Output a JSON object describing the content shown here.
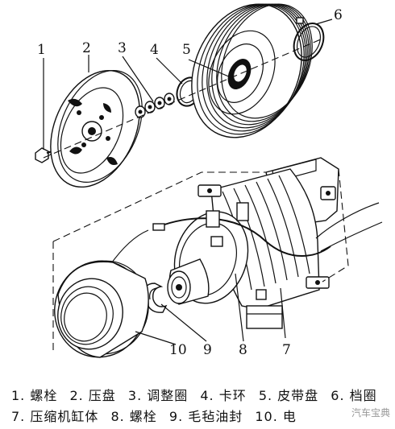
{
  "callouts": [
    "1",
    "2",
    "3",
    "4",
    "5",
    "6",
    "7",
    "8",
    "9",
    "10"
  ],
  "legend": [
    "1. 螺栓",
    "2. 压盘",
    "3. 调整圈",
    "4. 卡环",
    "5. 皮带盘",
    "6. 档圈",
    "7. 压缩机缸体",
    "8. 螺栓",
    "9. 毛毡油封",
    "10. 电"
  ],
  "watermark": "汽车宝典"
}
